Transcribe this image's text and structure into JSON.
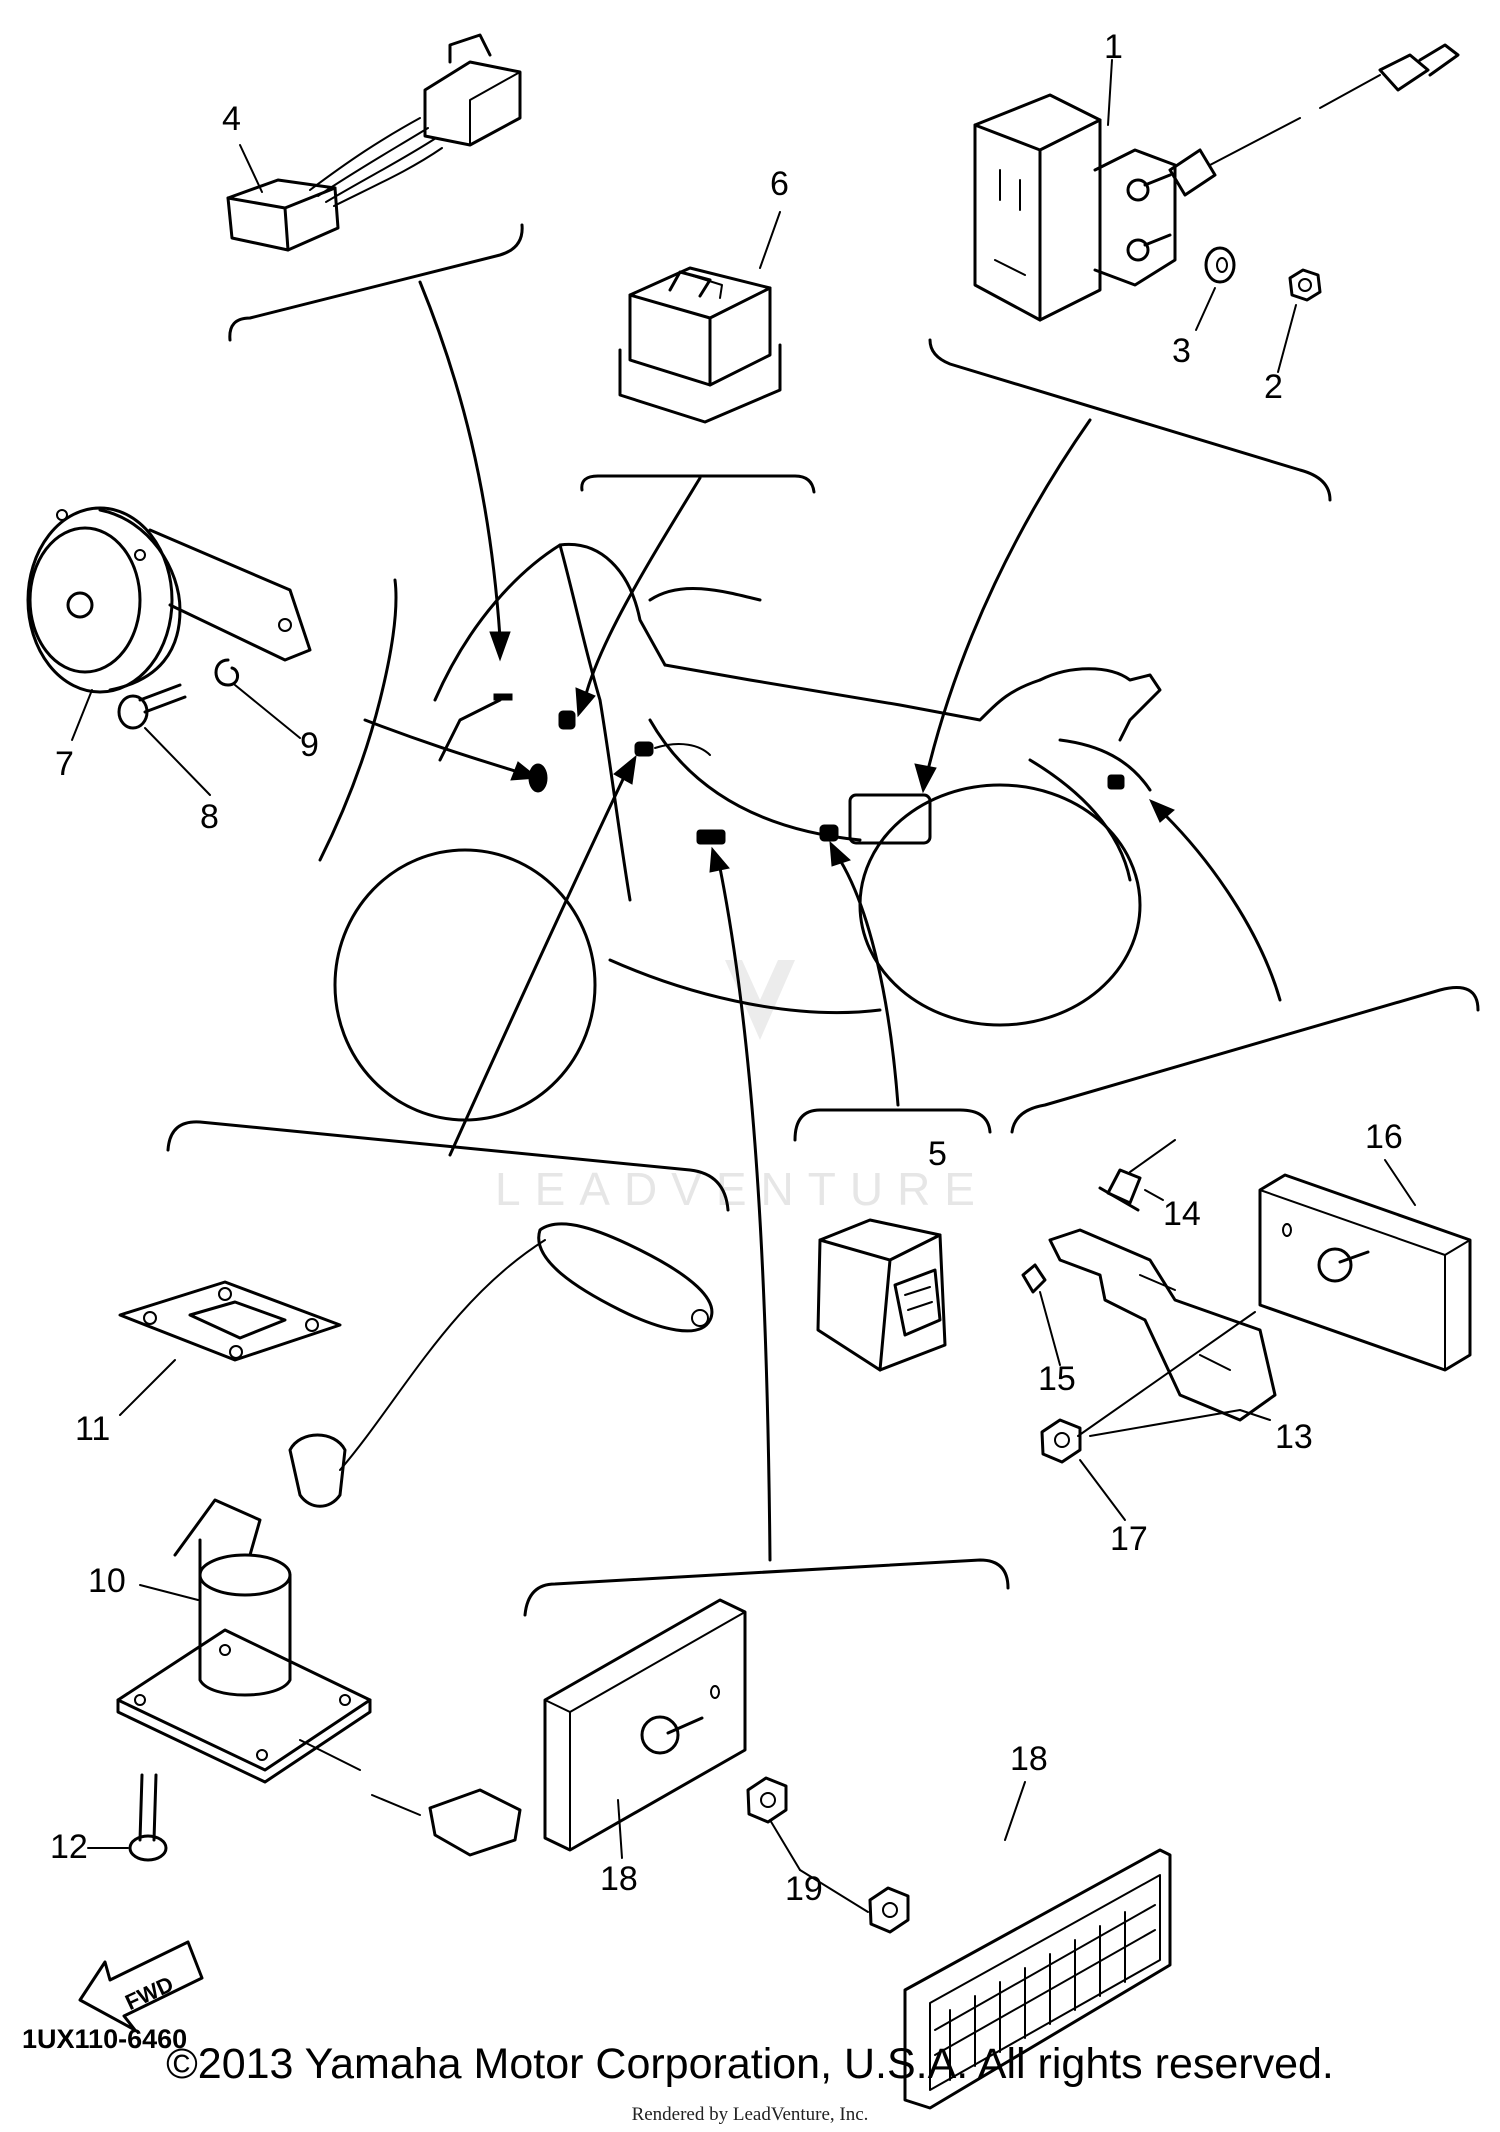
{
  "callouts": {
    "p1": "1",
    "p2": "2",
    "p3": "3",
    "p4": "4",
    "p5": "5",
    "p6": "6",
    "p7": "7",
    "p8": "8",
    "p9": "9",
    "p10": "10",
    "p11": "11",
    "p12": "12",
    "p13": "13",
    "p14": "14",
    "p15": "15",
    "p16": "16",
    "p17": "17",
    "p18a": "18",
    "p18b": "18",
    "p19": "19"
  },
  "diagram_code": "1UX110-6460",
  "fwd_label": "FWD",
  "watermark": "LEADVENTURE",
  "copyright": "©2013 Yamaha Motor Corporation, U.S.A. All rights reserved.",
  "rendered_by": "Rendered by LeadVenture, Inc."
}
